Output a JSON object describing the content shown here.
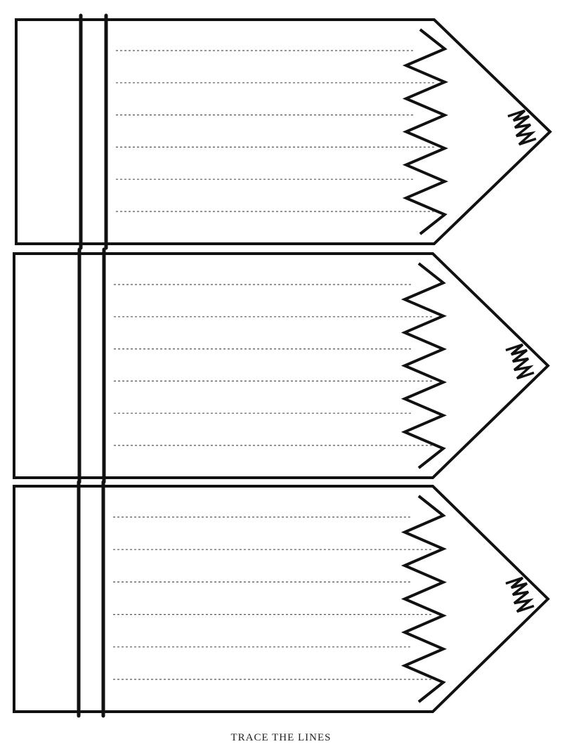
{
  "worksheet": {
    "pencil_count": 3,
    "lines_per_pencil": 6,
    "caption": "TRACE THE LINES",
    "colors": {
      "ink": "#111111",
      "guide": "#555555",
      "paper": "#ffffff"
    }
  }
}
